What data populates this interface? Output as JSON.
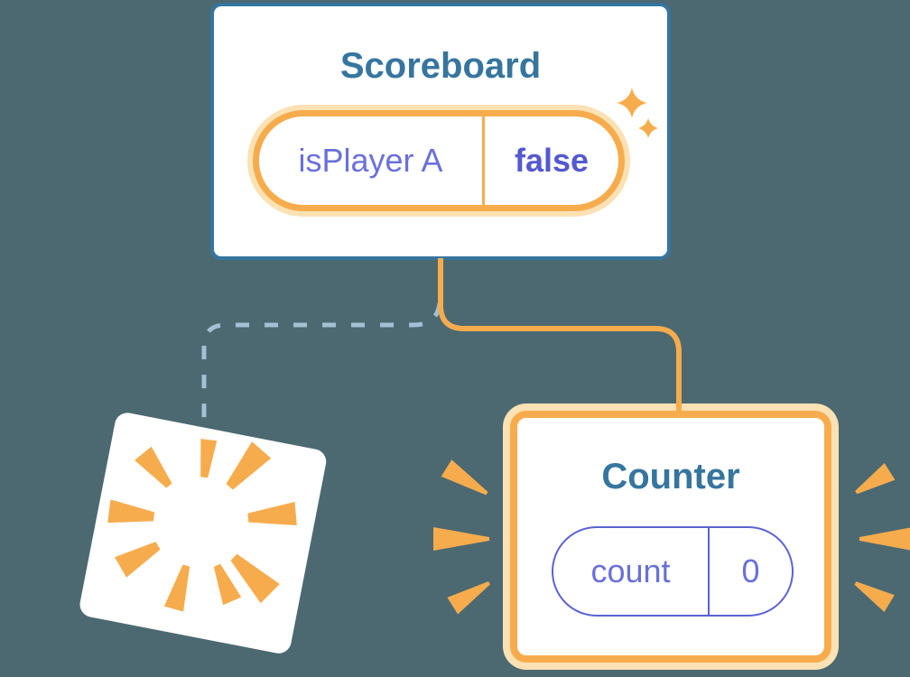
{
  "colors": {
    "background": "#4C6971",
    "card_bg": "#FFFFFF",
    "component_blue": "#36759E",
    "highlight_orange": "#F6AC4D",
    "highlight_glow": "#FBE1B3",
    "state_purple": "#6A70DA",
    "state_purple_strong": "#5459CF",
    "purple_outline": "#5B62D2",
    "dashed_connector": "#A3C0D4"
  },
  "scoreboard": {
    "title": "Scoreboard",
    "state": {
      "label": "isPlayer A",
      "value": "false"
    }
  },
  "counter": {
    "title": "Counter",
    "state": {
      "label": "count",
      "value": "0"
    }
  },
  "icons": {
    "sparkles": "sparkles-icon",
    "poof_burst": "poof-burst-icon",
    "emphasis_lines": "emphasis-lines-icon"
  }
}
